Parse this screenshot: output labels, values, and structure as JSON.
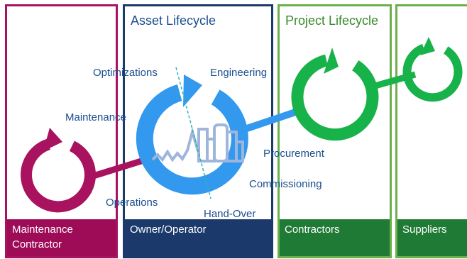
{
  "panels": {
    "maintenance": {
      "footer_line1": "Maintenance",
      "footer_line2": "Contractor"
    },
    "owner": {
      "title": "Asset Lifecycle",
      "footer": "Owner/Operator"
    },
    "contractors": {
      "title": "Project Lifecycle",
      "footer": "Contractors"
    },
    "suppliers": {
      "footer": "Suppliers"
    }
  },
  "stages": {
    "optimizations": "Optimizations",
    "engineering": "Engineering",
    "maintenance": "Maintenance",
    "procurement": "Procurement",
    "commissioning": "Commissioning",
    "operations": "Operations",
    "handover": "Hand-Over"
  },
  "colors": {
    "maintenance": "#a8125f",
    "owner": "#1b3a6b",
    "asset_cycle": "#3399ee",
    "project_cycle": "#18b24a",
    "footer_green": "#1f7a36",
    "stage_text": "#1b4f8e"
  },
  "icons": [
    "cycle-arrow-icon",
    "plant-skyline-icon"
  ]
}
